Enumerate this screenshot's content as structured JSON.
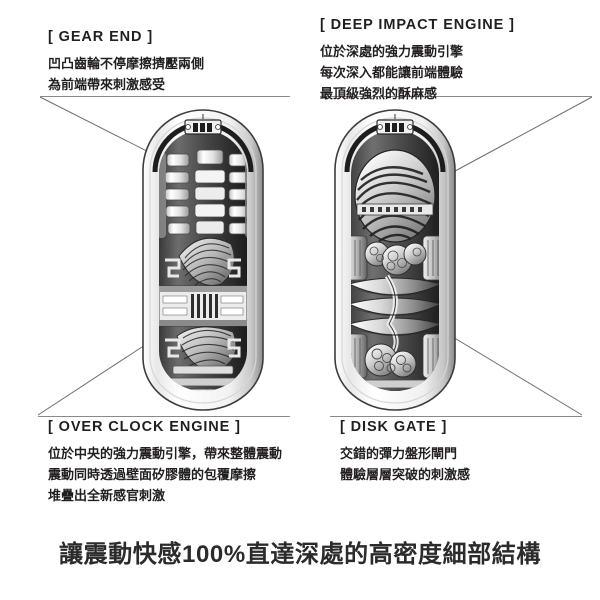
{
  "callouts": [
    {
      "key": "gear_end",
      "title": "[ GEAR END ]",
      "lines": [
        "凹凸齒輪不停摩擦擠壓兩側",
        "為前端帶來刺激感受"
      ]
    },
    {
      "key": "deep_impact_engine",
      "title": "[ DEEP IMPACT ENGINE ]",
      "lines": [
        "位於深處的強力震動引擎",
        "每次深入都能讓前端體驗",
        "最頂級強烈的酥麻感"
      ]
    },
    {
      "key": "over_clock_engine",
      "title": "[ OVER CLOCK ENGINE ]",
      "lines": [
        "位於中央的強力震動引擎，帶來整體震動",
        "震動同時透過壁面矽膠體的包覆摩擦",
        "堆疊出全新感官刺激"
      ]
    },
    {
      "key": "disk_gate",
      "title": "[ DISK GATE ]",
      "lines": [
        "交錯的彈力盤形閘門",
        "體驗層層突破的刺激感"
      ]
    }
  ],
  "headline": "讓震動快感100%直達深處的高密度細部結構",
  "products": [
    {
      "key": "left",
      "name": "cutaway-illustration-gear-end-over-clock",
      "description": "黑白剖面圖：上方凹凸齒輪結構，中央螺旋摩擦體與震動引擎"
    },
    {
      "key": "right",
      "name": "cutaway-illustration-deep-impact-disk-gate",
      "description": "黑白剖面圖：上方螺旋球體深層引擎，下方交錯彈力盤形閘門"
    }
  ],
  "colors": {
    "background": "#ffffff",
    "text": "#231f20",
    "headline": "#2b2b2b",
    "divider": "#8a8a8a",
    "leader_line": "#6e6e6e"
  }
}
